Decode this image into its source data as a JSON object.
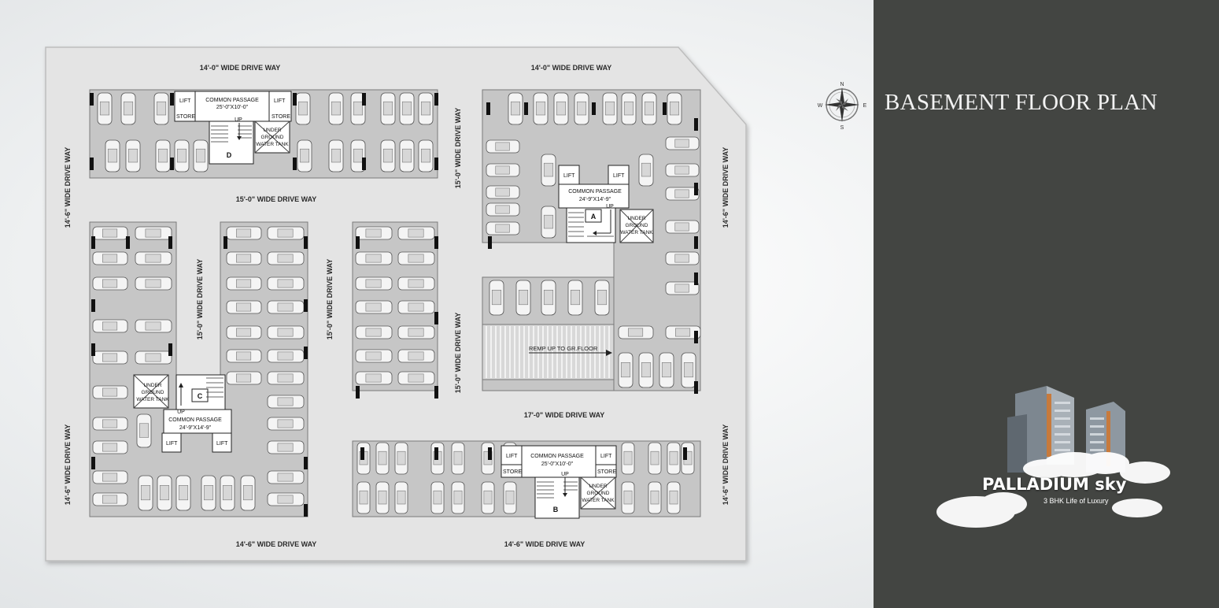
{
  "title": "BASEMENT FLOOR PLAN",
  "compass": {
    "n": "N",
    "s": "S",
    "e": "E",
    "w": "W",
    "icon": "compass-rose-icon"
  },
  "brand": {
    "name": "PALLADIUM sky",
    "tagline": "3 BHK Life of Luxury",
    "image": "tower-with-clouds-illustration"
  },
  "colors": {
    "panel": "#434542",
    "floor": "#e6e6e6",
    "parking": "#c9c9c9",
    "core": "#ffffff",
    "lines": "#333333"
  },
  "driveways": {
    "top_left": "14'-0\" WIDE DRIVE WAY",
    "top_right": "14'-0\" WIDE DRIVE WAY",
    "left_upper": "14'-6\" WIDE DRIVE WAY",
    "left_lower": "14'-6\" WIDE DRIVE WAY",
    "right_upper": "14'-6\" WIDE DRIVE WAY",
    "right_lower": "14'-6\" WIDE DRIVE WAY",
    "middle_horizontal": "15'-0\" WIDE DRIVE WAY",
    "vertical_a": "15'-0\" WIDE DRIVE WAY",
    "vertical_b": "15'-0\" WIDE DRIVE WAY",
    "vertical_c": "15'-0\" WIDE DRIVE WAY",
    "vertical_d": "15'-0\" WIDE DRIVE WAY",
    "lower_horizontal": "17'-0\" WIDE DRIVE WAY",
    "bottom_left": "14'-6\" WIDE DRIVE WAY",
    "bottom_right": "14'-6\" WIDE DRIVE WAY"
  },
  "cores": {
    "A": {
      "label": "A",
      "passage": "COMMON PASSAGE",
      "size": "24'-9\"X14'-9\"",
      "lift": "LIFT",
      "up": "UP",
      "tank": [
        "UNDER",
        "GROUND",
        "WATER TANK"
      ]
    },
    "B": {
      "label": "B",
      "passage": "COMMON  PASSAGE",
      "size": "25'-0\"X10'-0\"",
      "lift": "LIFT",
      "store": "STORE",
      "up": "UP",
      "tank": [
        "UNDER",
        "GROUND",
        "WATER TANK"
      ]
    },
    "C": {
      "label": "C",
      "passage": "COMMON PASSAGE",
      "size": "24'-9\"X14'-9\"",
      "lift": "LIFT",
      "up": "UP",
      "tank": [
        "UNDER",
        "GROUND",
        "WATER TANK"
      ]
    },
    "D": {
      "label": "D",
      "passage": "COMMON PASSAGE",
      "size": "25'-0\"X10'-0\"",
      "lift": "LIFT",
      "store": "STORE",
      "up": "UP",
      "tank": [
        "UNDER",
        "GROUND",
        "WATER TANK"
      ]
    }
  },
  "ramp": "REMP UP TO GR.FLOOR"
}
